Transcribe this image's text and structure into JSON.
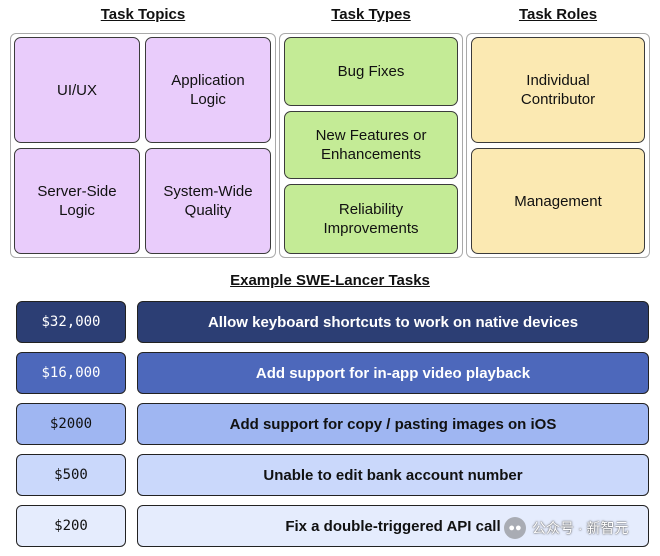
{
  "headings": {
    "topics": "Task Topics",
    "types": "Task Types",
    "roles": "Task Roles",
    "examples": "Example SWE-Lancer Tasks"
  },
  "topics": [
    "UI/UX",
    "Application\nLogic",
    "Server-Side\nLogic",
    "System-Wide\nQuality"
  ],
  "types": [
    "Bug Fixes",
    "New Features or\nEnhancements",
    "Reliability\nImprovements"
  ],
  "roles": [
    "Individual\nContributor",
    "Management"
  ],
  "tasks": [
    {
      "price": "$32,000",
      "description": "Allow keyboard shortcuts to work on native devices",
      "color": "#2c3e74",
      "text_color": "#ffffff"
    },
    {
      "price": "$16,000",
      "description": "Add support for in-app video playback",
      "color": "#4d68bb",
      "text_color": "#ffffff"
    },
    {
      "price": "$2000",
      "description": "Add support for copy / pasting images on iOS",
      "color": "#9fb6f2",
      "text_color": "#111111"
    },
    {
      "price": "$500",
      "description": "Unable to edit bank account number",
      "color": "#cad8fb",
      "text_color": "#111111"
    },
    {
      "price": "$200",
      "description": "Fix a double-triggered API call",
      "color": "#e5ecfd",
      "text_color": "#111111"
    }
  ],
  "watermark": "公众号 · 新智元"
}
